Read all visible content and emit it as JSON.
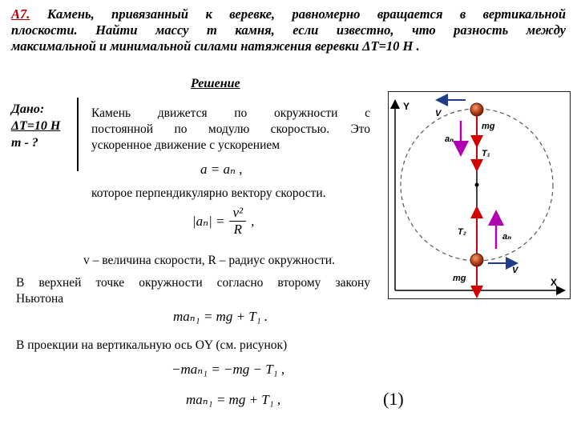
{
  "problem": {
    "number": "А7.",
    "line1": "Камень, привязанный к веревке, равномерно вращается в вертикальной",
    "line2": "плоскости. Найти массу m камня, если известно, что разность между",
    "line3": "максимальной и минимальной силами натяжения веревки ΔT=10 Н ."
  },
  "solution_heading": "Решение",
  "given": {
    "title": "Дано:",
    "delta_t": "ΔT=10 Н",
    "unknown": "m - ?"
  },
  "text": {
    "p1_line1": "Камень движется по окружности с",
    "p1_line2": "постоянной по модулю скоростью. Это",
    "p1_line3": "ускоренное движение с ускорением",
    "p2": "которое перпендикулярно вектору скорости.",
    "p3": "v – величина скорости, R – радиус окружности.",
    "p4_line1": "В верхней точке окружности согласно второму закону",
    "p4_line2": "Ньютона",
    "p5": "В проекции на вертикальную ось OY (см. рисунок)"
  },
  "formulas": {
    "f1": "a = aₙ ,",
    "f2_lhs": "|aₙ| =",
    "f2_num": "v²",
    "f2_den": "R",
    "f2_tail": ",",
    "f3": "maₙ₁ = mg + T₁ .",
    "f4": "−maₙ₁ = −mg − T₁ ,",
    "f5": "maₙ₁ = mg + T₁ ,",
    "eq_number": "(1)"
  },
  "figure": {
    "axis_y": "Y",
    "axis_x": "X",
    "top_v": "V",
    "top_mg": "mg",
    "top_an": "aₙ",
    "top_t": "T₁",
    "bottom_t": "T₂",
    "bottom_an": "aₙ",
    "bottom_v": "V",
    "bottom_mg": "mg",
    "colors": {
      "tension": "#d40000",
      "accel": "#b000b0",
      "velocity": "#1f3c8a",
      "stone": "#b8421a"
    }
  }
}
